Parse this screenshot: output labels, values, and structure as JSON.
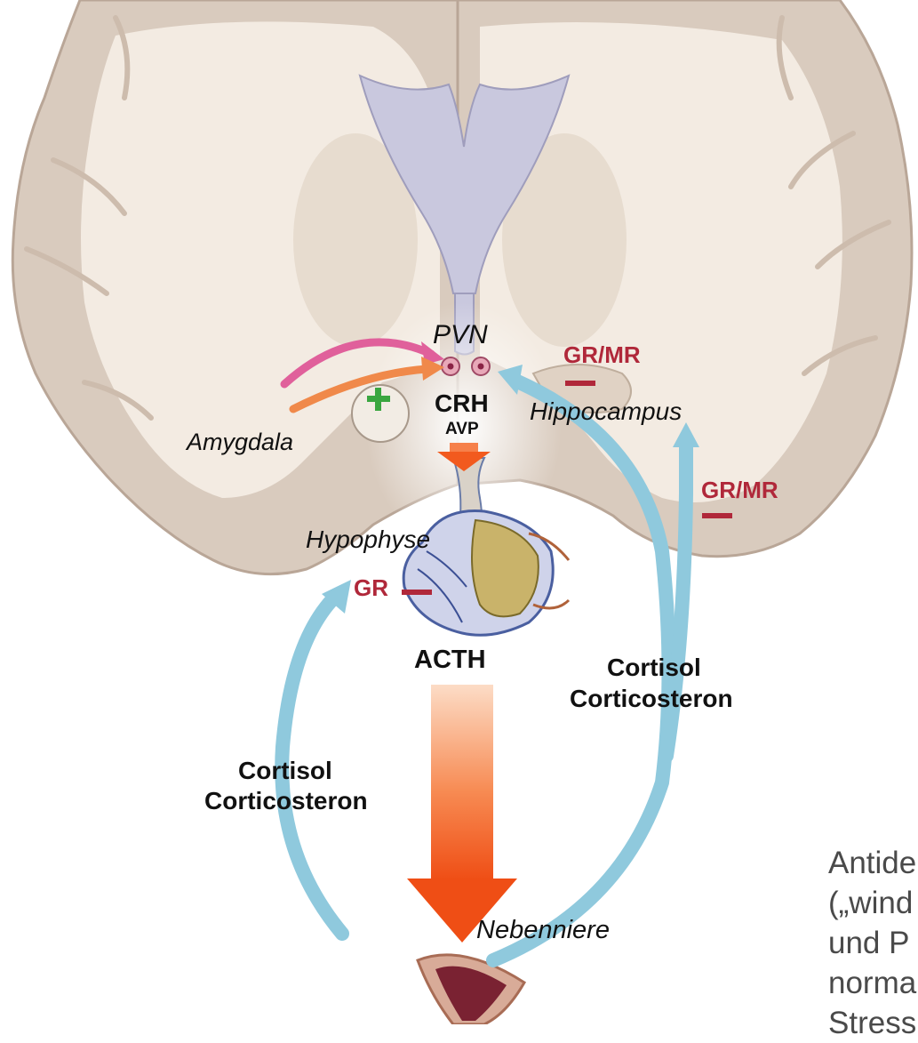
{
  "labels": {
    "pvn": "PVN",
    "crh": "CRH",
    "avp": "AVP",
    "amygdala": "Amygdala",
    "hippocampus": "Hippocampus",
    "gr_mr_upper": "GR/MR",
    "gr_mr_lower": "GR/MR",
    "hypophyse": "Hypophyse",
    "gr": "GR",
    "acth": "ACTH",
    "cortisol_right": "Cortisol",
    "corticosteron_right": "Corticosteron",
    "cortisol_left": "Cortisol",
    "corticosteron_left": "Corticosteron",
    "nebenniere": "Nebenniere",
    "plus_sign": "+"
  },
  "side_text": {
    "lines": [
      "Antide",
      "(„wind",
      "und P",
      "norma",
      "Stress"
    ]
  },
  "colors": {
    "brain_outer": "#d9cbbe",
    "white_matter": "#f3ebe2",
    "ventricle": "#c9c8de",
    "feedback_arrow": "#8fc9dd",
    "acth_arrow": "#f25a1e",
    "amygdala_arrow_pink": "#e0609b",
    "amygdala_arrow_orange": "#f0894a",
    "inhibition_red": "#b0283a",
    "stimulation_green": "#3aa640"
  }
}
